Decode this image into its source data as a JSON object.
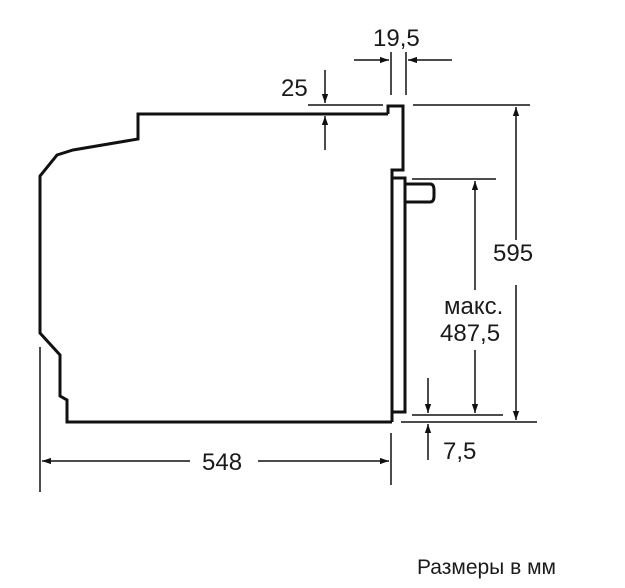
{
  "diagram": {
    "type": "technical-dimension-drawing",
    "subject": "built-in oven side profile",
    "dimensions": {
      "depth": "548",
      "height": "595",
      "door_thickness": "19,5",
      "top_offset": "25",
      "max_label": "макс.",
      "max_height": "487,5",
      "bottom_offset": "7,5"
    },
    "caption": "Размеры в мм",
    "colors": {
      "line": "#111111",
      "text": "#1a1a1a",
      "background": "#ffffff"
    }
  }
}
